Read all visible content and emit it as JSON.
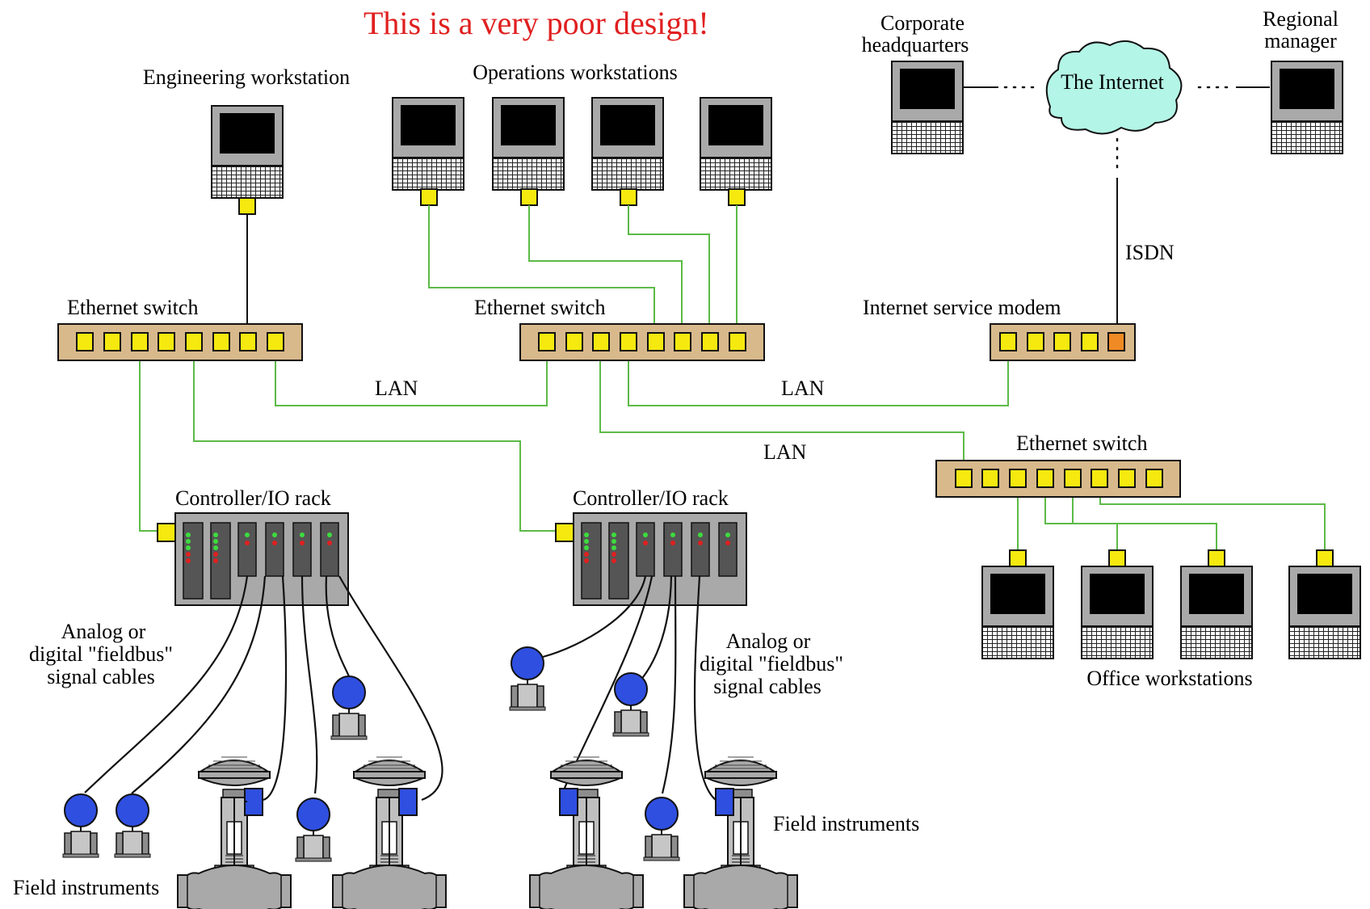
{
  "title": "This is a very poor design!",
  "labels": {
    "engineering_workstation": "Engineering workstation",
    "operations_workstations": "Operations workstations",
    "corporate_headquarters": [
      "Corporate",
      "headquarters"
    ],
    "regional_manager": [
      "Regional",
      "manager"
    ],
    "internet": "The Internet",
    "isdn": "ISDN",
    "ethernet_switch": "Ethernet switch",
    "internet_service_modem": "Internet service modem",
    "lan": "LAN",
    "controller_io_rack": "Controller/IO rack",
    "signal_cables": [
      "Analog or",
      "digital \"fieldbus\"",
      "signal cables"
    ],
    "office_workstations": "Office workstations",
    "field_instruments": "Field instruments"
  },
  "colors": {
    "title": "#e01f1f",
    "network_link": "#5cba47",
    "port": "#f5e90f",
    "isdn_port": "#f08a24",
    "switch_body": "#d8b98c",
    "cloud": "#b3f5e6",
    "instrument": "#2f4fe0"
  }
}
